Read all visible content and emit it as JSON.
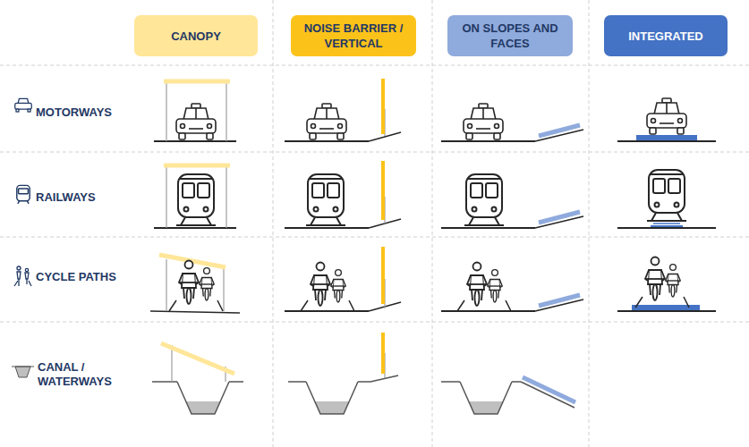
{
  "diagram": {
    "nodes": [
      {
        "text": [
          "CANOPY"
        ]
      },
      {
        "text": [
          "NOISE BARRIER / VERTICAL"
        ]
      },
      {
        "text": [
          "ON SLOPES AND FACES"
        ]
      },
      {
        "text": [
          "INTEGRATED"
        ]
      }
    ],
    "labels": [
      "MOTORWAYS",
      "RAILWAYS",
      "CYCLE PATHS",
      "CANAL / WATERWAYS"
    ]
  }
}
